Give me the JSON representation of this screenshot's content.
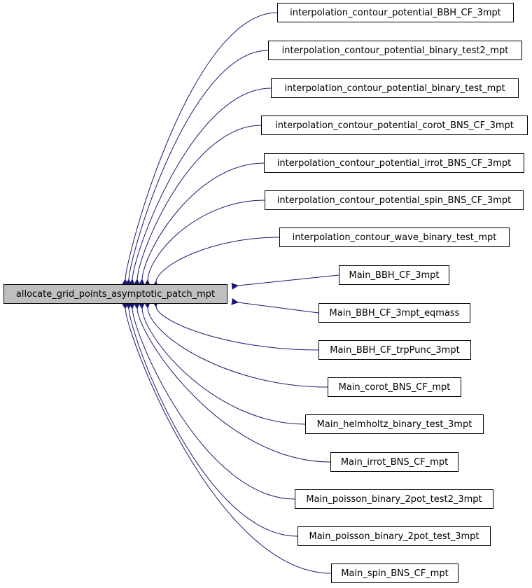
{
  "diagram": {
    "type": "caller-graph",
    "edge_color": "#191970",
    "root": {
      "label": "allocate_grid_points_asymptotic_patch_mpt",
      "fill": "#bfbfbf"
    },
    "callers": [
      "interpolation_contour_potential_BBH_CF_3mpt",
      "interpolation_contour_potential_binary_test2_mpt",
      "interpolation_contour_potential_binary_test_mpt",
      "interpolation_contour_potential_corot_BNS_CF_3mpt",
      "interpolation_contour_potential_irrot_BNS_CF_3mpt",
      "interpolation_contour_potential_spin_BNS_CF_3mpt",
      "interpolation_contour_wave_binary_test_mpt",
      "Main_BBH_CF_3mpt",
      "Main_BBH_CF_3mpt_eqmass",
      "Main_BBH_CF_trpPunc_3mpt",
      "Main_corot_BNS_CF_mpt",
      "Main_helmholtz_binary_test_3mpt",
      "Main_irrot_BNS_CF_mpt",
      "Main_poisson_binary_2pot_test2_3mpt",
      "Main_poisson_binary_2pot_test_3mpt",
      "Main_spin_BNS_CF_mpt"
    ]
  }
}
